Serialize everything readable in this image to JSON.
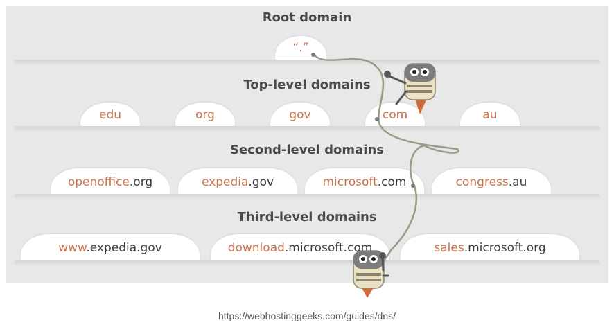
{
  "levels": {
    "root": {
      "title": "Root domain",
      "label": "“.”"
    },
    "tld": {
      "title": "Top-level domains",
      "items": [
        "edu",
        "org",
        "gov",
        "com",
        "au"
      ]
    },
    "sld": {
      "title": "Second-level domains",
      "items": [
        {
          "name": "openoffice",
          "suffix": ".org"
        },
        {
          "name": "expedia",
          "suffix": ".gov"
        },
        {
          "name": "microsoft",
          "suffix": ".com"
        },
        {
          "name": "congress",
          "suffix": ".au"
        }
      ]
    },
    "third": {
      "title": "Third-level domains",
      "items": [
        {
          "name": "www",
          "suffix": ".expedia.gov"
        },
        {
          "name": "download",
          "suffix": ".microsoft.com"
        },
        {
          "name": "sales",
          "suffix": ".microsoft.org"
        }
      ]
    }
  },
  "source": "https://webhostinggeeks.com/guides/dns/",
  "colors": {
    "highlight": "#c9724a",
    "text": "#444444",
    "panel": "#e8e8e8"
  }
}
